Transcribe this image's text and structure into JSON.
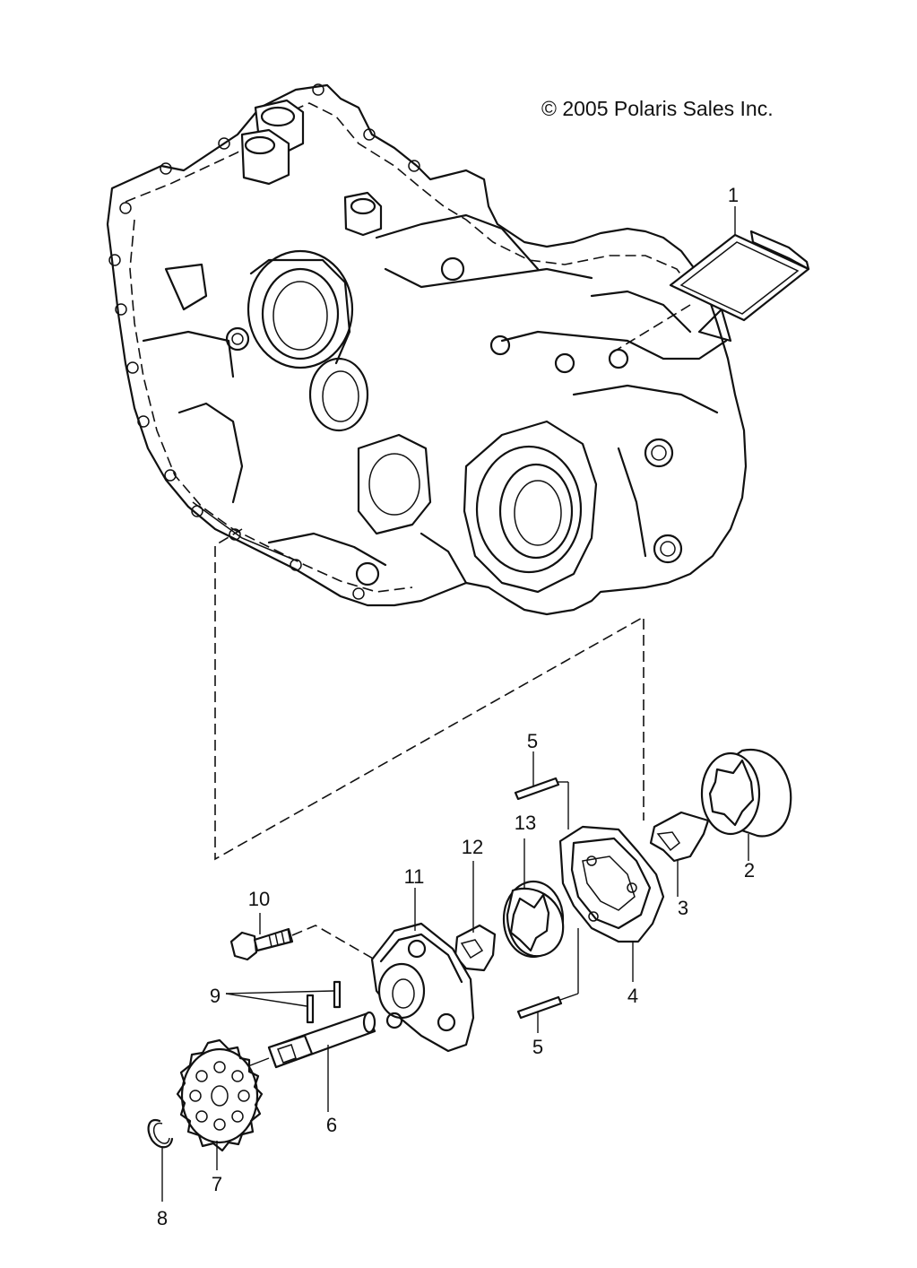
{
  "copyright": "© 2005 Polaris Sales Inc.",
  "callouts": [
    {
      "id": "1",
      "label": "1"
    },
    {
      "id": "2",
      "label": "2"
    },
    {
      "id": "3",
      "label": "3"
    },
    {
      "id": "4",
      "label": "4"
    },
    {
      "id": "5a",
      "label": "5"
    },
    {
      "id": "5b",
      "label": "5"
    },
    {
      "id": "6",
      "label": "6"
    },
    {
      "id": "7",
      "label": "7"
    },
    {
      "id": "8",
      "label": "8"
    },
    {
      "id": "9",
      "label": "9"
    },
    {
      "id": "10",
      "label": "10"
    },
    {
      "id": "11",
      "label": "11"
    },
    {
      "id": "12",
      "label": "12"
    },
    {
      "id": "13",
      "label": "13"
    }
  ],
  "icons": {
    "crankcase": "crankcase-drawing",
    "screen": "oil-screen-drawing",
    "outer_rotor": "outer-rotor-drawing",
    "inner_rotor": "inner-rotor-drawing",
    "pump_body": "pump-body-drawing",
    "dowel_pin": "dowel-pin-drawing",
    "shaft": "pump-shaft-drawing",
    "gear": "drive-gear-drawing",
    "circlip": "circlip-drawing",
    "pin": "pin-drawing",
    "bolt": "bolt-drawing",
    "cover": "pump-cover-drawing"
  }
}
